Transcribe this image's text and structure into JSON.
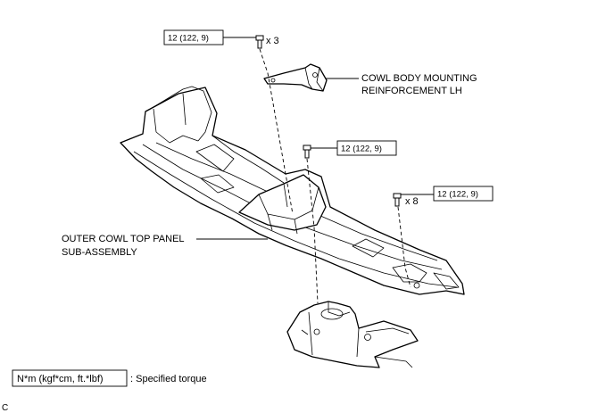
{
  "torque_callouts": [
    {
      "value": "12 (122, 9)",
      "qty": "x 3"
    },
    {
      "value": "12 (122, 9)",
      "qty": ""
    },
    {
      "value": "12 (122, 9)",
      "qty": "x 8"
    }
  ],
  "part_labels": {
    "reinforcement_line1": "COWL BODY MOUNTING",
    "reinforcement_line2": "REINFORCEMENT LH",
    "panel_line1": "OUTER COWL TOP PANEL",
    "panel_line2": "SUB-ASSEMBLY"
  },
  "legend": {
    "unit_text": "N*m (kgf*cm, ft.*lbf)",
    "description": ": Specified torque"
  },
  "corner_mark": "C"
}
